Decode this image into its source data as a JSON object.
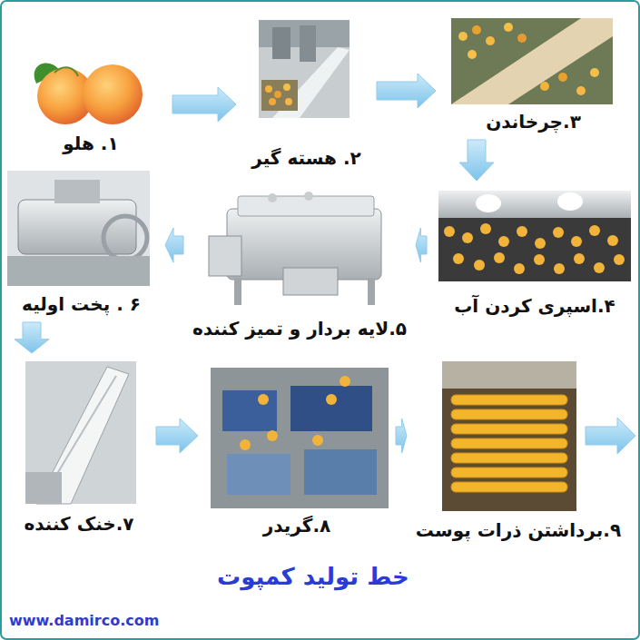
{
  "diagram": {
    "title": "خط تولید کمپوت",
    "nodes": [
      {
        "text": [
          "۱. هلو"
        ]
      },
      {
        "text": [
          "۲. هسته گیر"
        ]
      },
      {
        "text": [
          "۳.چرخاندن"
        ]
      },
      {
        "text": [
          "۴.اسپری کردن آب"
        ]
      },
      {
        "text": [
          "۵.لایه بردار و تمیز کننده"
        ]
      },
      {
        "text": [
          "۶ . پخت اولیه"
        ]
      },
      {
        "text": [
          "۷.خنک کننده"
        ]
      },
      {
        "text": [
          "۸.گریدر"
        ]
      },
      {
        "text": [
          "۹.برداشتن ذرات پوست"
        ]
      }
    ],
    "edges": [
      {
        "from": 0,
        "to": 1,
        "arrow": "to"
      },
      {
        "from": 1,
        "to": 2,
        "arrow": "to"
      },
      {
        "from": 2,
        "to": 3,
        "arrow": "to"
      },
      {
        "from": 3,
        "to": 4,
        "arrow": "to"
      },
      {
        "from": 4,
        "to": 5,
        "arrow": "to"
      },
      {
        "from": 5,
        "to": 6,
        "arrow": "to"
      },
      {
        "from": 6,
        "to": 7,
        "arrow": "to"
      },
      {
        "from": 7,
        "to": 8,
        "arrow": "to"
      }
    ],
    "labels": [
      "www.damirco.com"
    ]
  }
}
